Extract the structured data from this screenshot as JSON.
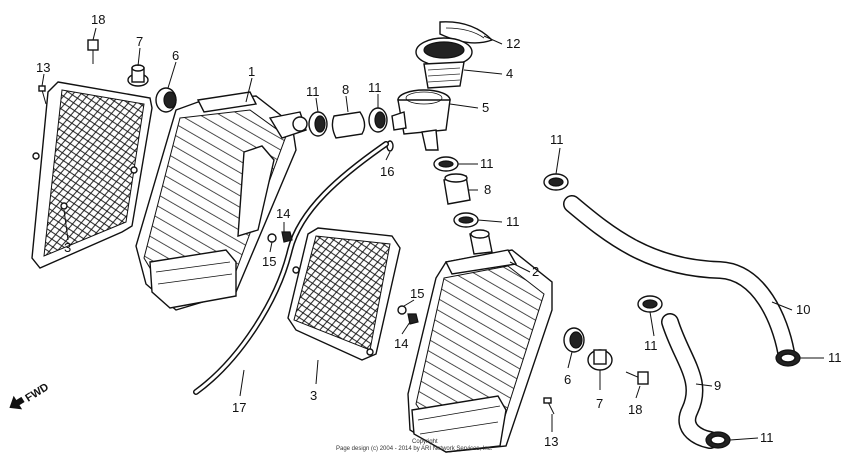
{
  "diagram": {
    "fwd_label": "FWD",
    "copyright_line1": "Copyright",
    "copyright_line2": "Page design (c) 2004 - 2014 by ARI Network Services, Inc.",
    "callouts": {
      "c1": "1",
      "c2": "2",
      "c3a": "3",
      "c3b": "3",
      "c4": "4",
      "c5": "5",
      "c6a": "6",
      "c6b": "6",
      "c7a": "7",
      "c7b": "7",
      "c8a": "8",
      "c8b": "8",
      "c9": "9",
      "c10": "10",
      "c11a": "11",
      "c11b": "11",
      "c11c": "11",
      "c11d": "11",
      "c11e": "11",
      "c11f": "11",
      "c11g": "11",
      "c11h": "11",
      "c12": "12",
      "c13a": "13",
      "c13b": "13",
      "c14a": "14",
      "c14b": "14",
      "c15a": "15",
      "c15b": "15",
      "c16": "16",
      "c17": "17",
      "c18a": "18",
      "c18b": "18"
    }
  }
}
